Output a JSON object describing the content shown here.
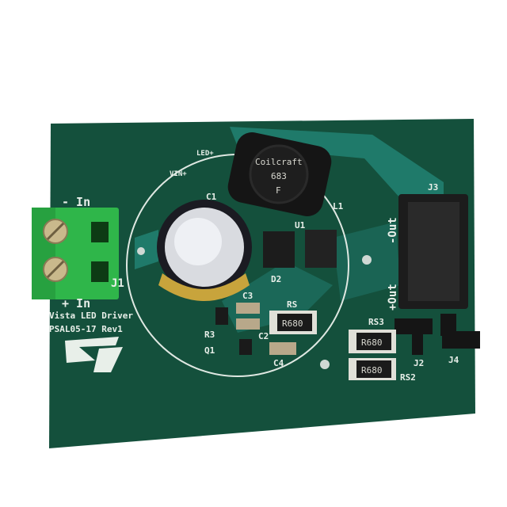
{
  "board": {
    "title_line1": "Vista LED Driver",
    "title_line2": "PSAL05-17 Rev1",
    "logo_text": "ST",
    "colors": {
      "pcb": "#14503c",
      "trace": "#1f7a6a",
      "silkscreen": "#e8efe9",
      "terminal": "#2fb64a",
      "component": "#1c1c1c"
    }
  },
  "labels": {
    "in_minus": "- In",
    "in_plus": "+ In",
    "j1": "J1",
    "c1": "C1",
    "u1": "U1",
    "d2": "D2",
    "l1": "L1",
    "j3": "J3",
    "out_minus": "-Out",
    "out_plus": "+Out",
    "led_plus": "LED+",
    "vin_plus": "VIN+",
    "rs": "RS",
    "rs2": "RS2",
    "rs3": "RS3",
    "r3": "R3",
    "q1": "Q1",
    "c2": "C2",
    "c3": "C3",
    "c4": "C4",
    "j2": "J2",
    "j4": "J4"
  },
  "components": {
    "inductor_value": "683",
    "inductor_brand": "Coilcraft",
    "inductor_mark": "F",
    "resistor_rs": "R680",
    "resistor_rs3": "R680",
    "resistor_rs2": "R680"
  }
}
